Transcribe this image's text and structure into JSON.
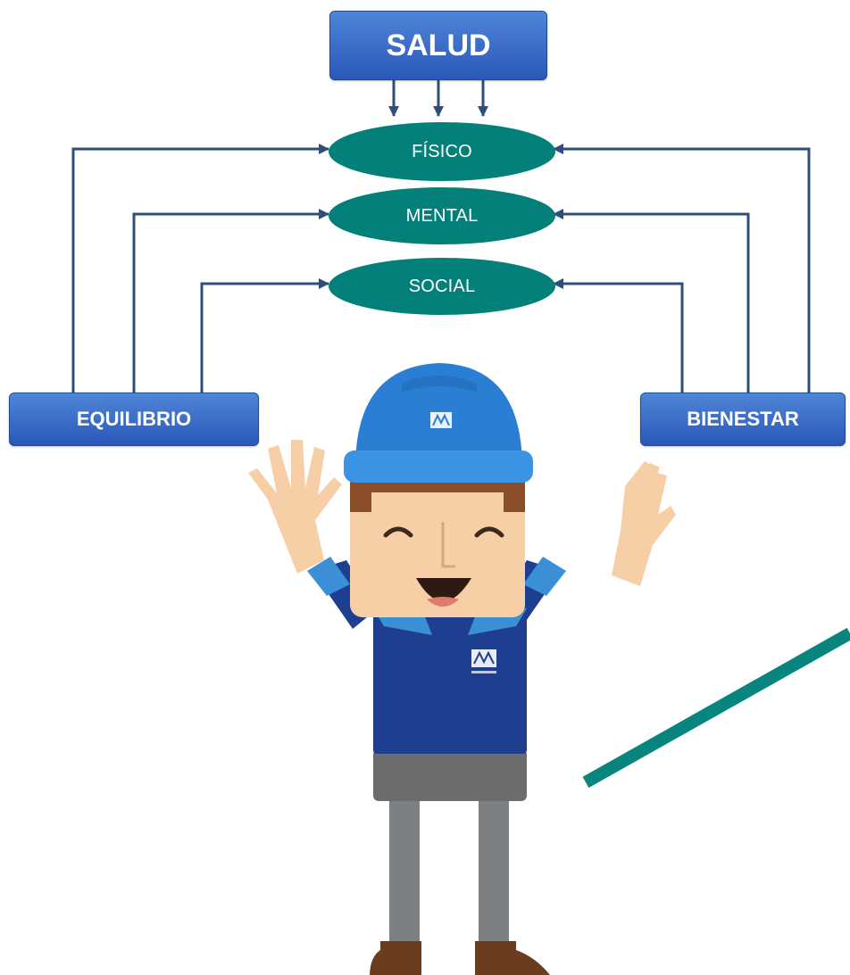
{
  "diagram": {
    "top_node": "SALUD",
    "left_node": "EQUILIBRIO",
    "right_node": "BIENESTAR",
    "dimensions": [
      "FÍSICO",
      "MENTAL",
      "SOCIAL"
    ]
  },
  "colors": {
    "box_blue": "#2f5fbe",
    "connector": "#2e4f7a",
    "ellipse_teal": "#04807a",
    "accent_line": "#08857e",
    "helmet_blue": "#2a7fd4",
    "shirt_navy": "#1e3f8f"
  }
}
